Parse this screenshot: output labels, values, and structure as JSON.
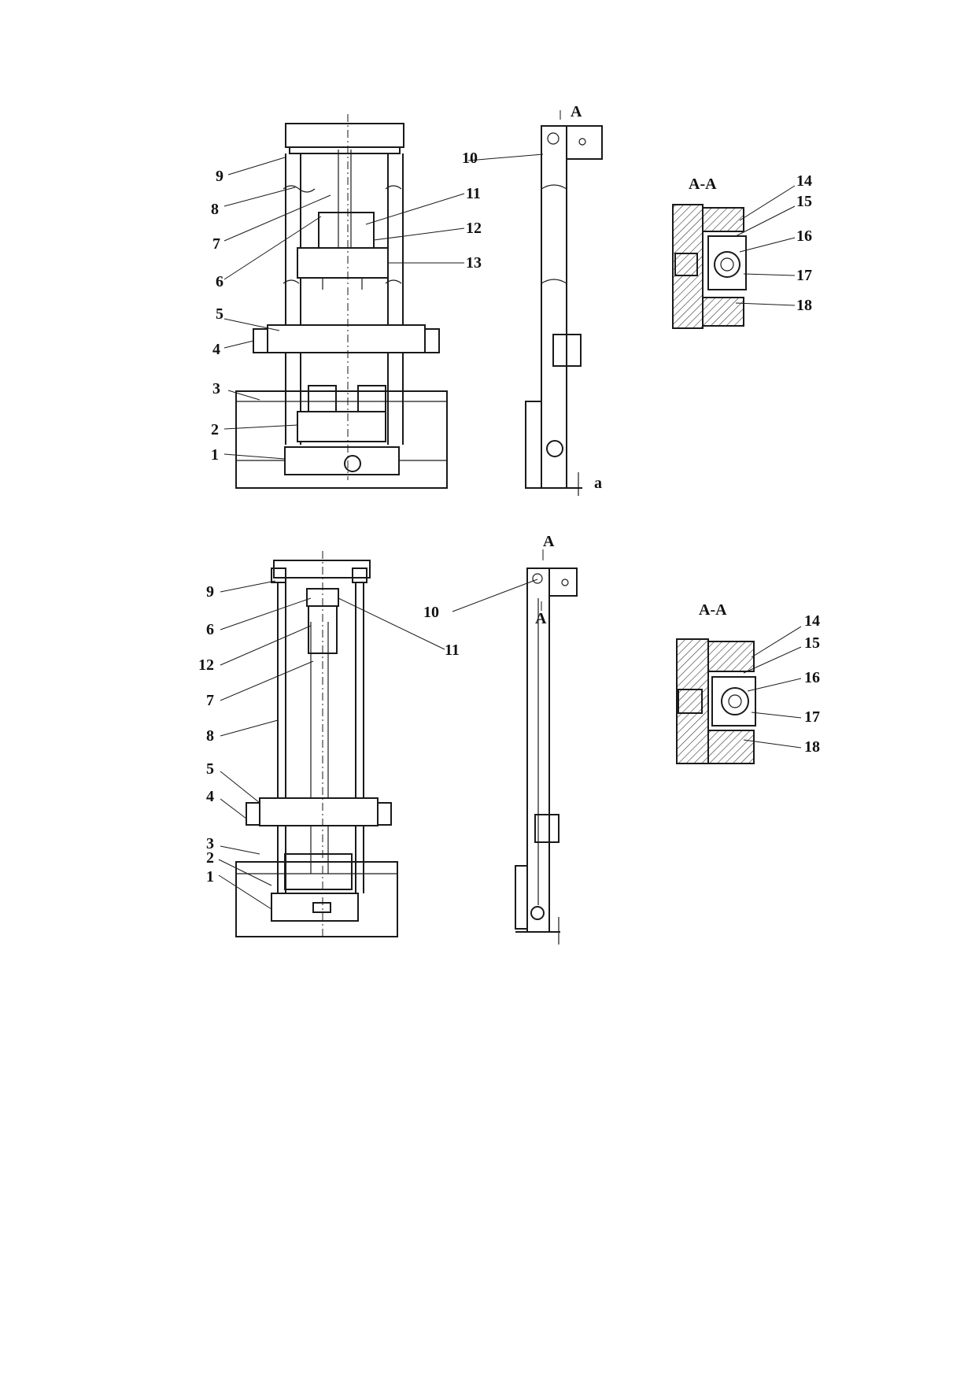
{
  "upper": {
    "front_labels": [
      "1",
      "2",
      "3",
      "4",
      "5",
      "6",
      "7",
      "8",
      "9",
      "11",
      "12",
      "13"
    ],
    "side_labels": {
      "callout": "10",
      "section_mark": "A",
      "dim_mark": "a"
    },
    "section": {
      "title": "A-A",
      "labels": [
        "14",
        "15",
        "16",
        "17",
        "18"
      ]
    }
  },
  "lower": {
    "front_labels": [
      "1",
      "2",
      "3",
      "4",
      "5",
      "6",
      "7",
      "8",
      "9",
      "11",
      "12"
    ],
    "side_labels": {
      "callout": "10",
      "section_mark_top": "A",
      "section_mark_bottom": "A"
    },
    "section": {
      "title": "A-A",
      "labels": [
        "14",
        "15",
        "16",
        "17",
        "18"
      ]
    }
  }
}
